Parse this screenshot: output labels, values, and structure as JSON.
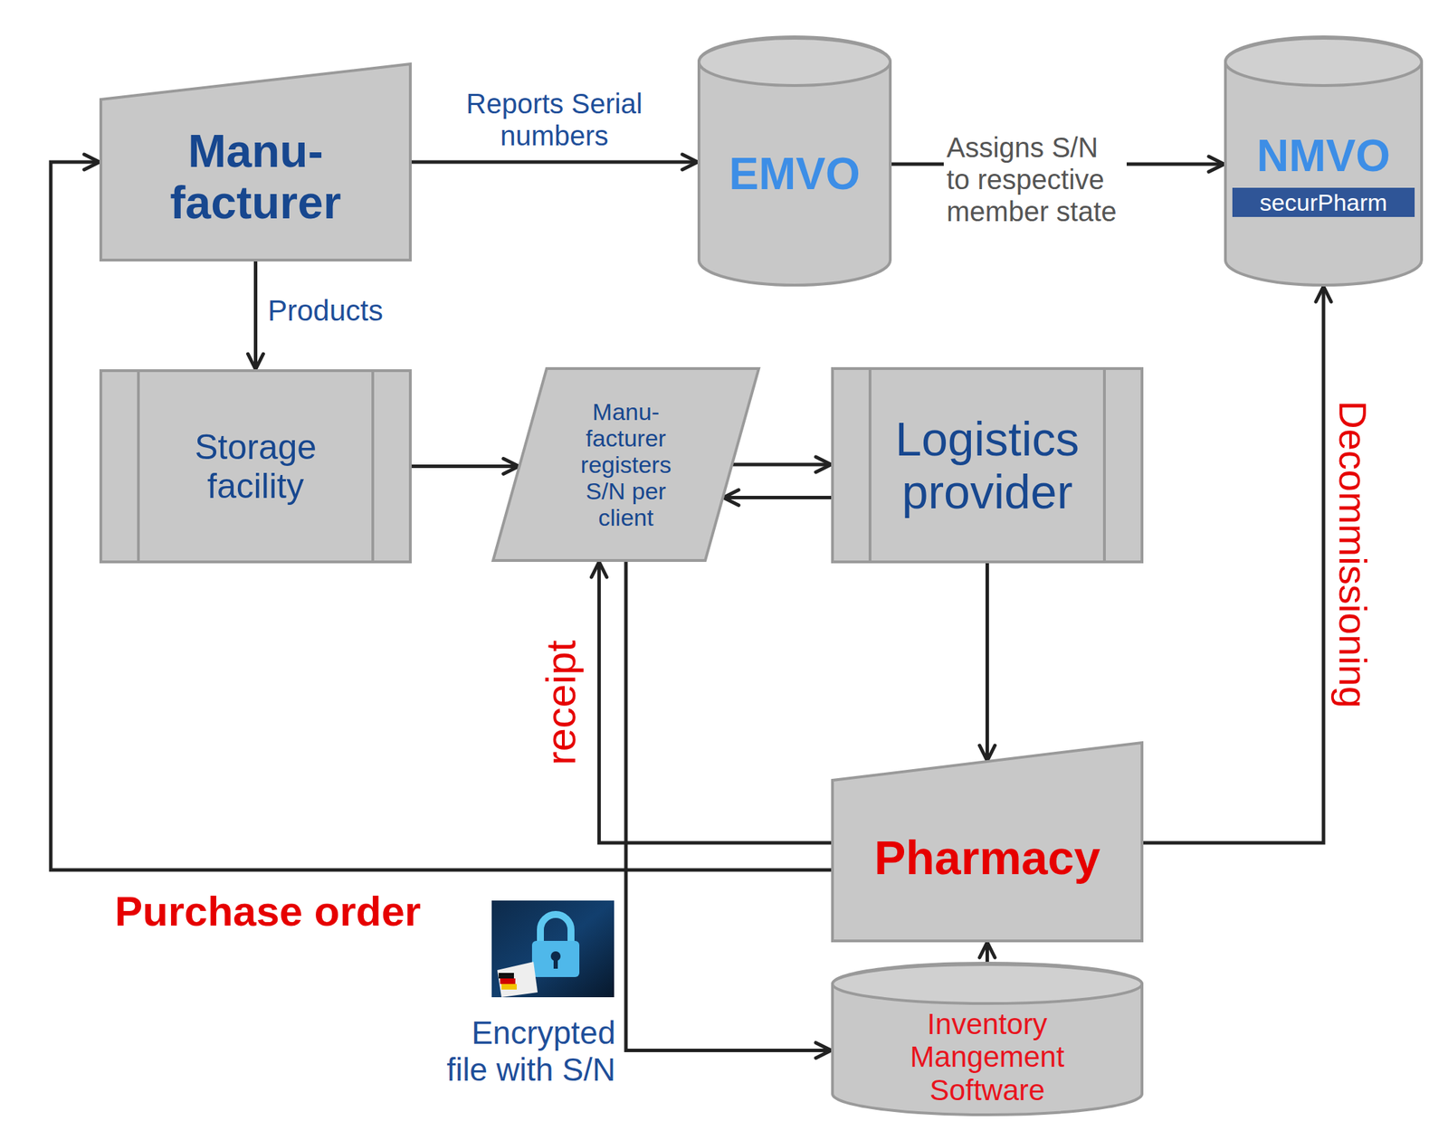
{
  "diagram": {
    "nodes": [
      {
        "text": [
          "Manu- facturer"
        ]
      },
      {
        "text": [
          "EMVO"
        ]
      },
      {
        "text": [
          "NMVO",
          "securPharm"
        ]
      },
      {
        "text": [
          "Storage facility"
        ]
      },
      {
        "text": [
          "Manu- facturer registers S/N per client"
        ]
      },
      {
        "text": [
          "Logistics provider"
        ]
      },
      {
        "text": [
          "Pharmacy"
        ]
      },
      {
        "text": [
          "Inventory Mangement Software"
        ]
      }
    ],
    "edges": [
      {
        "from": 0,
        "to": 1,
        "label": "Reports Serial numbers",
        "arrow": "to"
      },
      {
        "from": 1,
        "to": 2,
        "label": "Assigns S/N to respective member state",
        "arrow": "to"
      },
      {
        "from": 0,
        "to": 3,
        "label": "Products",
        "arrow": "to"
      },
      {
        "from": 3,
        "to": 4,
        "arrow": "to"
      },
      {
        "from": 4,
        "to": 5,
        "arrow": "to"
      },
      {
        "from": 5,
        "to": 4,
        "arrow": "to"
      },
      {
        "from": 5,
        "to": 6,
        "arrow": "to"
      },
      {
        "from": 6,
        "to": 2,
        "label": "Decommissioning",
        "arrow": "to"
      },
      {
        "from": 6,
        "to": 4,
        "label": "receipt",
        "arrow": "to"
      },
      {
        "from": 6,
        "to": 0,
        "label": "Purchase order",
        "arrow": "to"
      },
      {
        "from": 4,
        "to": 7,
        "label": "Encrypted file with S/N",
        "arrow": "to"
      },
      {
        "from": 7,
        "to": 6,
        "arrow": "to"
      }
    ]
  }
}
